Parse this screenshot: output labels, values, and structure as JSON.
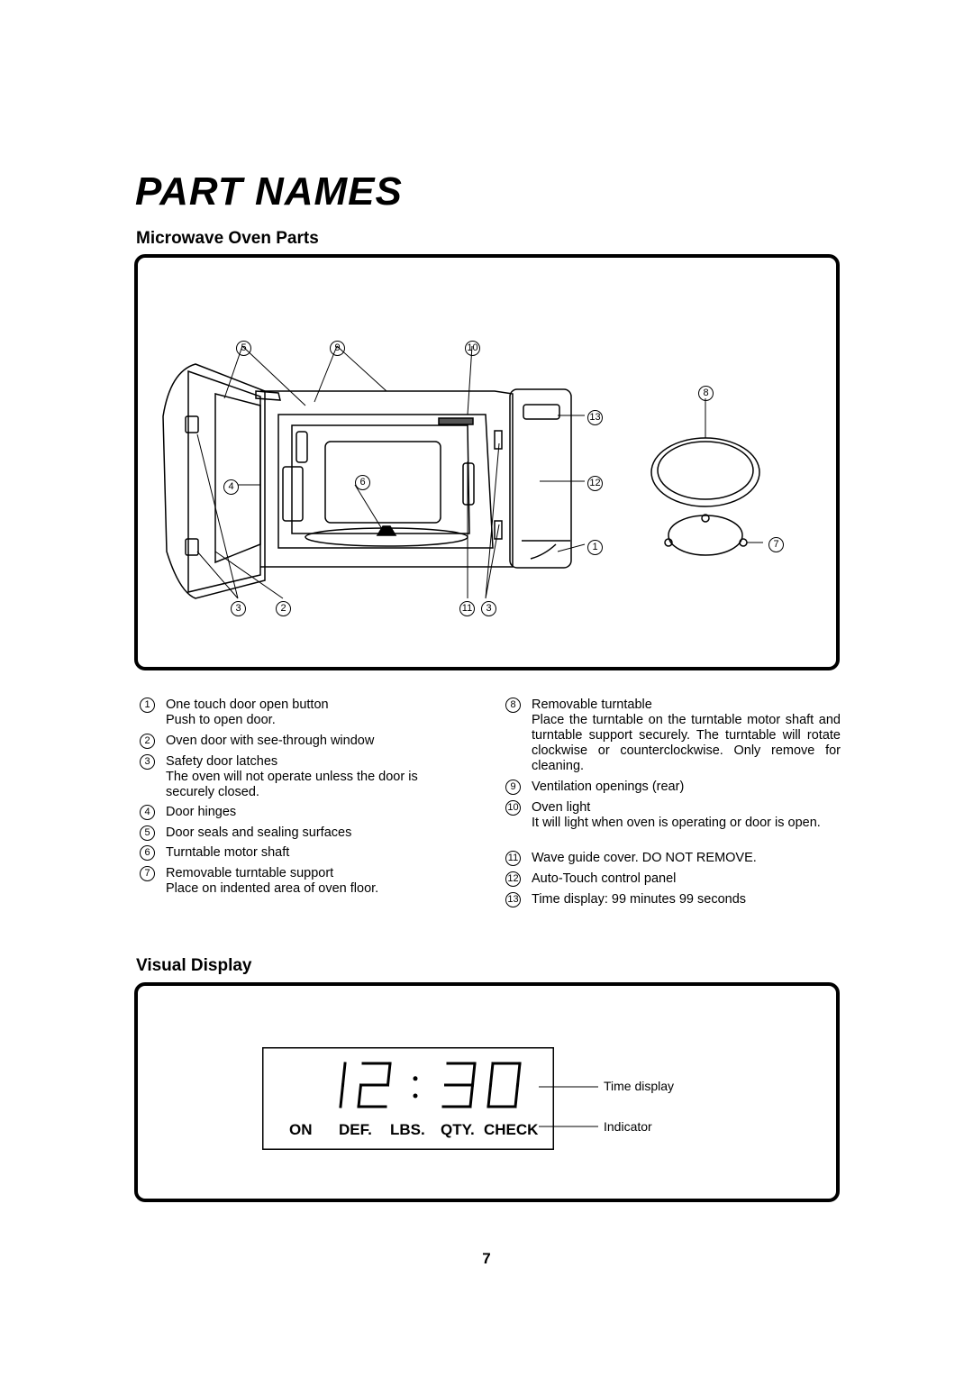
{
  "title": "PART NAMES",
  "sections": {
    "parts_heading": "Microwave Oven Parts",
    "display_heading": "Visual Display"
  },
  "diagram_callouts": [
    "5",
    "9",
    "10",
    "8",
    "13",
    "12",
    "4",
    "6",
    "1",
    "7",
    "3",
    "2",
    "11",
    "3"
  ],
  "parts": {
    "left": [
      {
        "num": "1",
        "label": "One touch door open button",
        "desc": "Push to open door."
      },
      {
        "num": "2",
        "label": "Oven door with see-through window",
        "desc": ""
      },
      {
        "num": "3",
        "label": "Safety door latches",
        "desc": "The oven will not operate unless the door is securely closed."
      },
      {
        "num": "4",
        "label": "Door hinges",
        "desc": ""
      },
      {
        "num": "5",
        "label": "Door seals and sealing surfaces",
        "desc": ""
      },
      {
        "num": "6",
        "label": "Turntable motor shaft",
        "desc": ""
      },
      {
        "num": "7",
        "label": "Removable turntable support",
        "desc": "Place on indented area of oven floor."
      }
    ],
    "right": [
      {
        "num": "8",
        "label": "Removable turntable",
        "desc": "Place the turntable on the turntable motor shaft and turntable support securely. The turntable will rotate clockwise or counterclockwise. Only remove for cleaning."
      },
      {
        "num": "9",
        "label": "Ventilation openings (rear)",
        "desc": ""
      },
      {
        "num": "10",
        "label": "Oven light",
        "desc": "It will light when oven is operating or door is open."
      },
      {
        "num": "11",
        "label": "Wave guide cover. DO NOT REMOVE.",
        "desc": ""
      },
      {
        "num": "12",
        "label": "Auto-Touch control panel",
        "desc": ""
      },
      {
        "num": "13",
        "label": "Time display: 99 minutes 99 seconds",
        "desc": ""
      }
    ]
  },
  "display": {
    "time": "12:30",
    "indicators": [
      "ON",
      "DEF.",
      "LBS.",
      "QTY.",
      "CHECK"
    ],
    "time_display_label": "Time display",
    "indicator_label": "Indicator"
  },
  "page_number": "7"
}
